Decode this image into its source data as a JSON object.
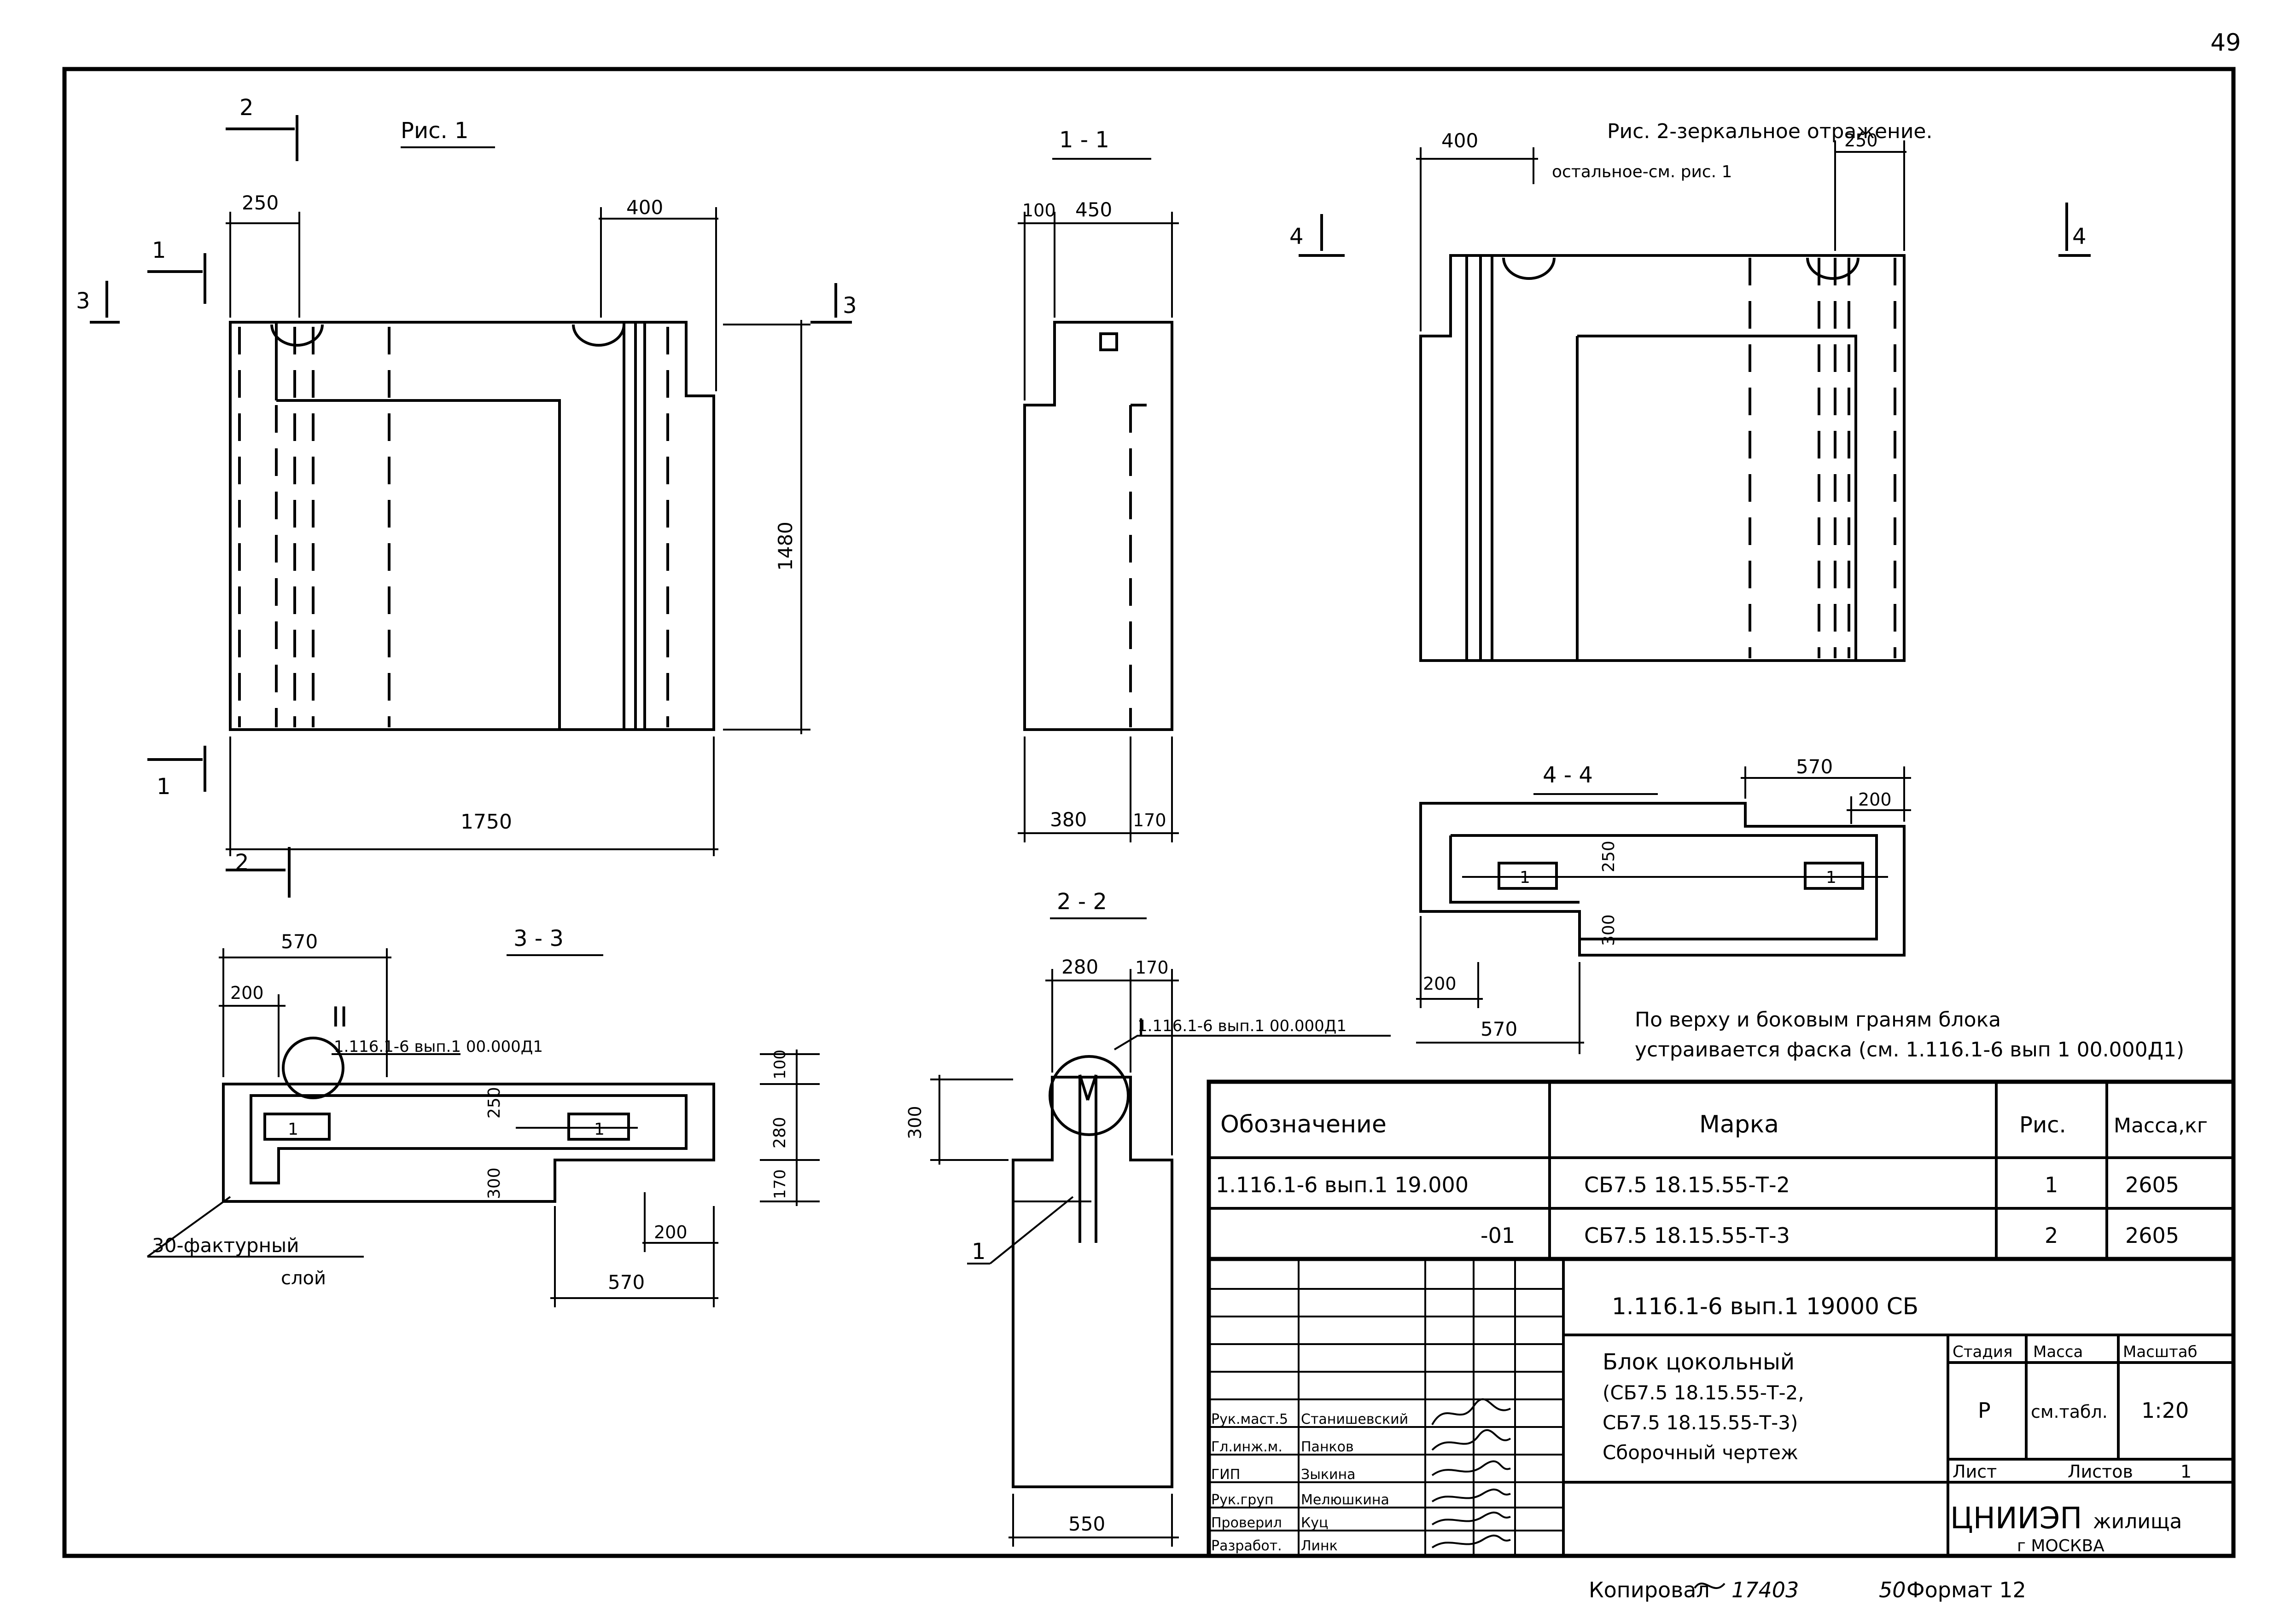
{
  "page": {
    "number": "49"
  },
  "figures": {
    "fig1": "Рис. 1",
    "fig2": "Рис. 2-зеркальное отражение.",
    "fig2_note": "остальное-см. рис. 1",
    "s11": "1 - 1",
    "s22": "2 - 2",
    "s33": "3 - 3",
    "s44": "4 - 4"
  },
  "markers": {
    "one": "1",
    "two": "2",
    "three": "3",
    "four": "4",
    "roman1": "I",
    "roman2": "II"
  },
  "dims": {
    "d250": "250",
    "d400": "400",
    "d1480": "1480",
    "d1750": "1750",
    "d100": "100",
    "d450": "450",
    "d380": "380",
    "d170": "170",
    "d570": "570",
    "d200": "200",
    "d280": "280",
    "d300": "300",
    "d550": "550"
  },
  "callouts": {
    "ref2": "1.116.1-6 вып.1 00.000Д1",
    "ref1": "1.116.1-6 вып.1 00.000Д1",
    "facture": "30-фактурный",
    "facture2": "слой",
    "leader1": "1",
    "item_label": "1"
  },
  "note": {
    "line1": "По верху и боковым граням блока",
    "line2": "устраивается фаска (см. 1.116.1-6 вып 1 00.000Д1)"
  },
  "spec_table": {
    "headers": [
      "Обозначение",
      "Марка",
      "Рис.",
      "Масса,кг"
    ],
    "rows": [
      [
        "1.116.1-6 вып.1  19.000",
        "СБ7.5 18.15.55-Т-2",
        "1",
        "2605"
      ],
      [
        "-01",
        "СБ7.5 18.15.55-Т-3",
        "2",
        "2605"
      ]
    ]
  },
  "title_block": {
    "doc_code": "1.116.1-6 вып.1  19000 СБ",
    "name1": "Блок цокольный",
    "name2": "(СБ7.5 18.15.55-Т-2,",
    "name3": "СБ7.5 18.15.55-Т-3)",
    "name4": "Сборочный чертеж",
    "stage_h": "Стадия",
    "mass_h": "Масса",
    "scale_h": "Масштаб",
    "stage": "Р",
    "mass": "см.табл.",
    "scale": "1:20",
    "sheet_h": "Лист",
    "sheets_h": "Листов",
    "sheets": "1",
    "org1": "ЦНИИЭП",
    "org2": "жилища",
    "org3": "г МОСКВА",
    "staff": [
      [
        "Рук.маст.5",
        "Станишевский"
      ],
      [
        "Гл.инж.м.",
        "Панков"
      ],
      [
        "ГИП",
        "Зыкина"
      ],
      [
        "Рук.груп",
        "Мелюшкина"
      ],
      [
        "Проверил",
        "Куц"
      ],
      [
        "Разработ.",
        "Линк"
      ]
    ]
  },
  "footer": {
    "copied": "Копировал",
    "copied_num": "17403",
    "format_prefix": "50",
    "format": "Формат 12"
  }
}
